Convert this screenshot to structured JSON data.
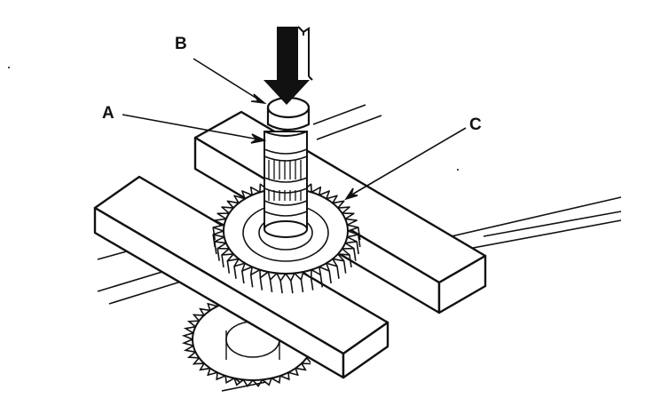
{
  "diagram": {
    "callouts": {
      "a": "A",
      "b": "B",
      "c": "C"
    },
    "colors": {
      "ink": "#111111",
      "paper": "#ffffff"
    }
  }
}
